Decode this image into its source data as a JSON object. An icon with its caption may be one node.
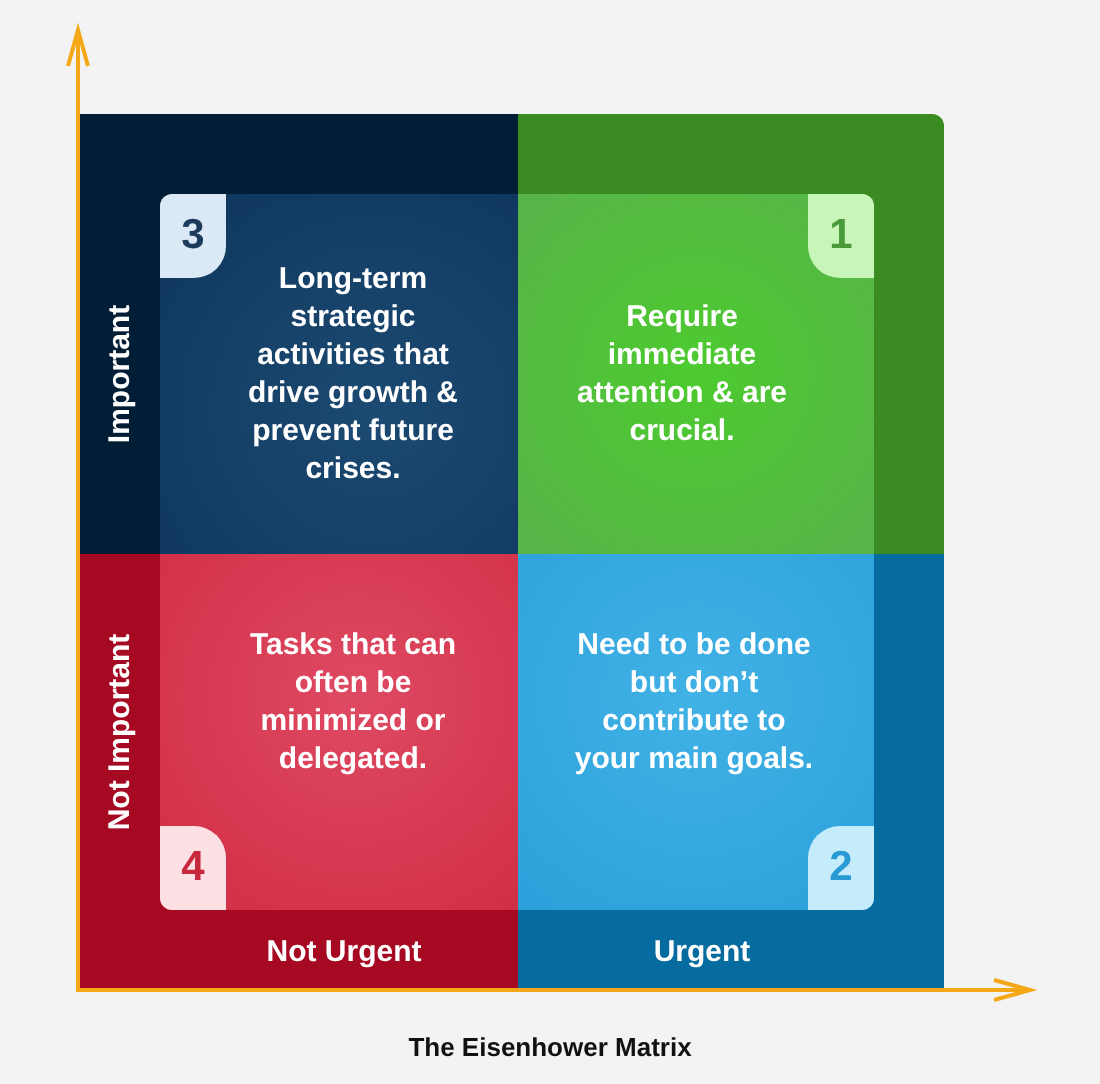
{
  "diagram": {
    "caption": "The Eisenhower Matrix",
    "nodes": [
      {
        "text": [
          "Long-term strategic activities that drive growth & prevent future crises."
        ]
      },
      {
        "text": [
          "3"
        ],
        "in": 0
      },
      {
        "text": [
          "Require immediate attention & are crucial."
        ]
      },
      {
        "text": [
          "1"
        ],
        "in": 2
      },
      {
        "text": [
          "Tasks that can often be minimized or delegated."
        ]
      },
      {
        "text": [
          "4"
        ],
        "in": 4
      },
      {
        "text": [
          "Need to be done but don’t contribute to your main goals."
        ]
      },
      {
        "text": [
          "2"
        ],
        "in": 6
      }
    ],
    "edges": [],
    "labels": [
      "Important",
      "Not Important",
      "Not Urgent",
      "Urgent"
    ]
  }
}
